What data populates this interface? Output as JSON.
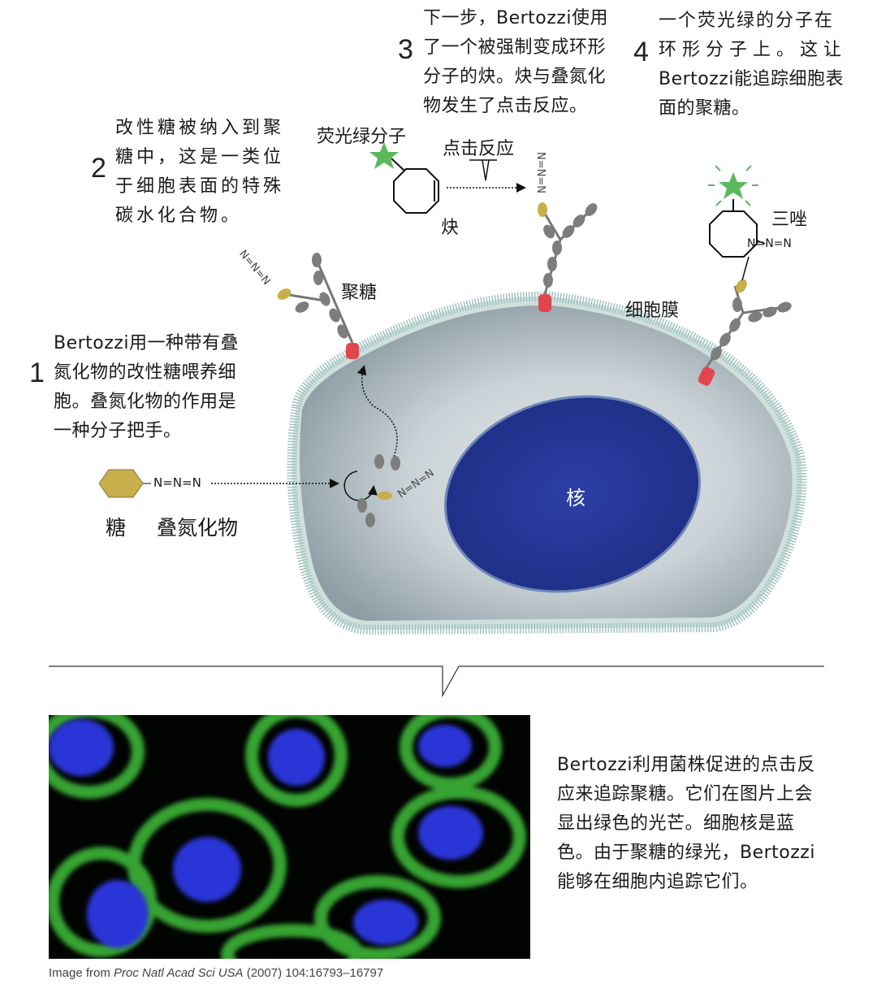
{
  "steps": [
    {
      "number": "1",
      "text_lines": [
        "Bertozzi用一种带有叠",
        "氮化物的改性糖喂养细",
        "胞。叠氮化物的作用是",
        "一种分子把手。"
      ]
    },
    {
      "number": "2",
      "text_lines": [
        "改性糖被纳入到聚",
        "糖中，这是一类位",
        "于细胞表面的特殊",
        "碳水化合物。"
      ]
    },
    {
      "number": "3",
      "text_lines": [
        "下一步，Bertozzi使用",
        "了一个被强制变成环形",
        "分子的炔。炔与叠氮化",
        "物发生了点击反应。"
      ]
    },
    {
      "number": "4",
      "text_lines": [
        "一个荧光绿的分子在",
        "环形分子上。这让",
        "Bertozzi能追踪细胞表",
        "面的聚糖。"
      ]
    }
  ],
  "labels": {
    "sugar": "糖",
    "azide": "叠氮化物",
    "azide_formula": "N=N=N",
    "glycan": "聚糖",
    "fluorescent": "荧光绿分子",
    "click": "点击反应",
    "alkyne": "炔",
    "triazole": "三唑",
    "membrane": "细胞膜",
    "nucleus": "核"
  },
  "photo_description_text": [
    "Bertozzi利用菌株促进的点击反",
    "应来追踪聚糖。它们在图片上会",
    "显出绿色的光芒。细胞核是蓝",
    "色。由于聚糖的绿光，Bertozzi",
    "能够在细胞内追踪它们。"
  ],
  "caption": {
    "prefix": "Image from ",
    "journal": "Proc Natl Acad Sci USA",
    "ref": " (2007) 104:16793–16797"
  },
  "colors": {
    "sugar": "#c9ae4c",
    "star": "#5cb85c",
    "nucleus": "#2a3d9c",
    "anchor": "#e0474c",
    "chain": "#7d7d7d",
    "cell": "#a9b5bb"
  }
}
